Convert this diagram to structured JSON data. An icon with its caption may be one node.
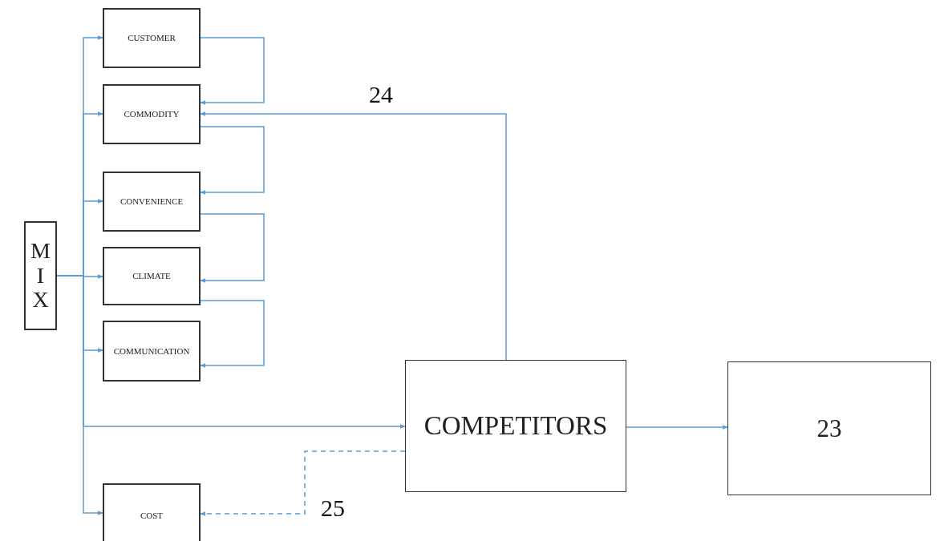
{
  "diagram": {
    "nodes": [
      {
        "text": [
          "MIX"
        ]
      },
      {
        "text": [
          "CUSTOMER"
        ]
      },
      {
        "text": [
          "COMMODITY"
        ]
      },
      {
        "text": [
          "CONVENIENCE"
        ]
      },
      {
        "text": [
          "CLIMATE"
        ]
      },
      {
        "text": [
          "COMMUNICATION"
        ]
      },
      {
        "text": [
          "COMPETITORS"
        ]
      },
      {
        "text": [
          "23"
        ]
      },
      {
        "text": [
          "COST"
        ]
      }
    ],
    "edges": [
      {
        "from": 0,
        "to": 1,
        "arrow": "to"
      },
      {
        "from": 0,
        "to": 2,
        "arrow": "to"
      },
      {
        "from": 0,
        "to": 3,
        "arrow": "to"
      },
      {
        "from": 0,
        "to": 4,
        "arrow": "to"
      },
      {
        "from": 0,
        "to": 5,
        "arrow": "to"
      },
      {
        "from": 0,
        "to": 6,
        "arrow": "to"
      },
      {
        "from": 0,
        "to": 8,
        "arrow": "to"
      },
      {
        "from": 1,
        "to": 2,
        "arrow": "to"
      },
      {
        "from": 2,
        "to": 3,
        "arrow": "to"
      },
      {
        "from": 3,
        "to": 4,
        "arrow": "to"
      },
      {
        "from": 4,
        "to": 5,
        "arrow": "to"
      },
      {
        "from": 6,
        "to": 2,
        "arrow": "to",
        "label": "24"
      },
      {
        "from": 6,
        "to": 7,
        "arrow": "to"
      },
      {
        "from": 6,
        "to": 8,
        "arrow": "to",
        "style": "dashed",
        "label": "25"
      }
    ]
  }
}
